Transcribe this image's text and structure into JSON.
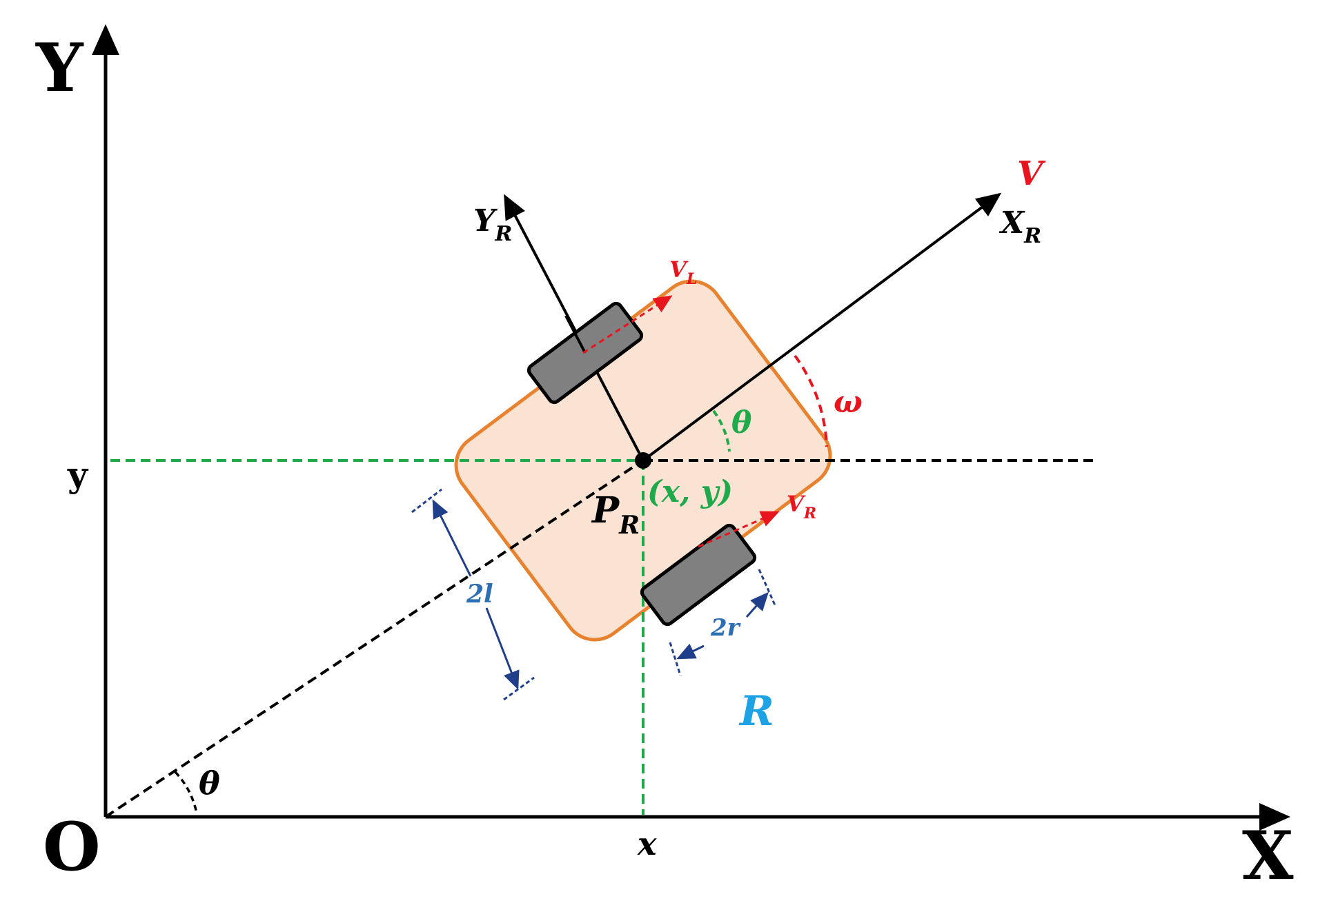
{
  "axes": {
    "x_axis_label": "X",
    "y_axis_label": "Y",
    "origin_label": "O",
    "x_tick_label": "x",
    "y_tick_label": "y"
  },
  "robot": {
    "frame_label": "R",
    "point_label_main": "P",
    "point_label_sub": "R",
    "coordinate_label": "(x, y)",
    "robot_x_axis_main": "X",
    "robot_x_axis_sub": "R",
    "robot_y_axis_main": "Y",
    "robot_y_axis_sub": "R"
  },
  "kinematics": {
    "velocity_label": "V",
    "left_wheel_velocity_main": "V",
    "left_wheel_velocity_sub": "L",
    "right_wheel_velocity_main": "V",
    "right_wheel_velocity_sub": "R",
    "angular_velocity_label": "ω",
    "heading_angle_label": "θ",
    "heading_angle_local_label": "θ"
  },
  "dimensions": {
    "wheel_base_label": "2l",
    "wheel_diameter_label": "2r"
  },
  "colors": {
    "axis": "#000000",
    "body_fill": "#fbe3d3",
    "body_stroke": "#e8822e",
    "wheel_fill": "#808080",
    "guide_green": "#1ea94a",
    "velocity_red": "#e8141e",
    "dimension_navy": "#1f3f8a",
    "dim_text_blue": "#2c6fb5",
    "frame_cyan": "#1ea2e6"
  }
}
